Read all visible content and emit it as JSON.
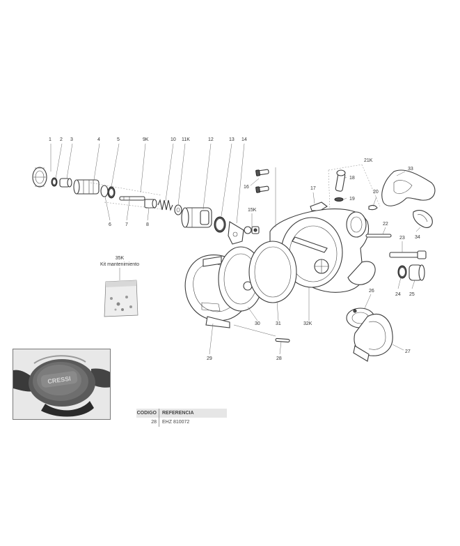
{
  "callouts": [
    {
      "id": "1",
      "label": "1"
    },
    {
      "id": "2",
      "label": "2"
    },
    {
      "id": "3",
      "label": "3"
    },
    {
      "id": "4",
      "label": "4"
    },
    {
      "id": "5",
      "label": "5"
    },
    {
      "id": "9K",
      "label": "9K"
    },
    {
      "id": "10",
      "label": "10"
    },
    {
      "id": "11K",
      "label": "11K"
    },
    {
      "id": "12",
      "label": "12"
    },
    {
      "id": "13",
      "label": "13"
    },
    {
      "id": "14",
      "label": "14"
    },
    {
      "id": "6",
      "label": "6"
    },
    {
      "id": "7",
      "label": "7"
    },
    {
      "id": "8",
      "label": "8"
    },
    {
      "id": "16",
      "label": "16"
    },
    {
      "id": "15K",
      "label": "15K"
    },
    {
      "id": "17",
      "label": "17"
    },
    {
      "id": "18",
      "label": "18"
    },
    {
      "id": "19",
      "label": "19"
    },
    {
      "id": "20",
      "label": "20"
    },
    {
      "id": "21K",
      "label": "21K"
    },
    {
      "id": "33",
      "label": "33"
    },
    {
      "id": "22",
      "label": "22"
    },
    {
      "id": "34",
      "label": "34"
    },
    {
      "id": "23",
      "label": "23"
    },
    {
      "id": "24",
      "label": "24"
    },
    {
      "id": "25",
      "label": "25"
    },
    {
      "id": "26",
      "label": "26"
    },
    {
      "id": "27",
      "label": "27"
    },
    {
      "id": "28",
      "label": "28"
    },
    {
      "id": "29",
      "label": "29"
    },
    {
      "id": "30",
      "label": "30"
    },
    {
      "id": "31",
      "label": "31"
    },
    {
      "id": "32K",
      "label": "32K"
    }
  ],
  "kit": {
    "code": "35K",
    "name": "Kit mantenimiento"
  },
  "reference_table": {
    "headers": {
      "code": "CODIGO",
      "reference": "REFERENCIA"
    },
    "rows": [
      {
        "code": "28",
        "reference": "EHZ 810072"
      }
    ]
  },
  "photo": {
    "brand": "CRESSI"
  },
  "colors": {
    "line": "#3a3a3a",
    "text": "#333333",
    "table_header": "#e6e6e6"
  }
}
